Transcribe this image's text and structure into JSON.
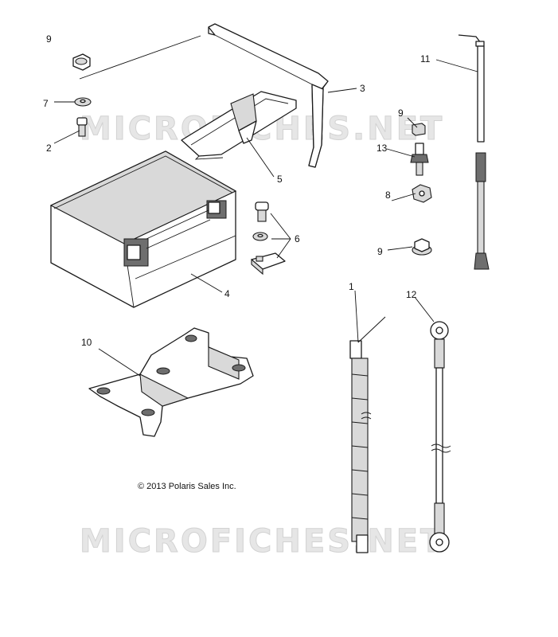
{
  "callouts": {
    "c1": "1",
    "c2": "2",
    "c3": "3",
    "c4": "4",
    "c5": "5",
    "c6": "6",
    "c7": "7",
    "c8": "8",
    "c9a": "9",
    "c9b": "9",
    "c9c": "9",
    "c10": "10",
    "c11": "11",
    "c12": "12",
    "c13": "13"
  },
  "copyright": "© 2013 Polaris Sales Inc.",
  "watermark": "MICROFICHES.NET"
}
